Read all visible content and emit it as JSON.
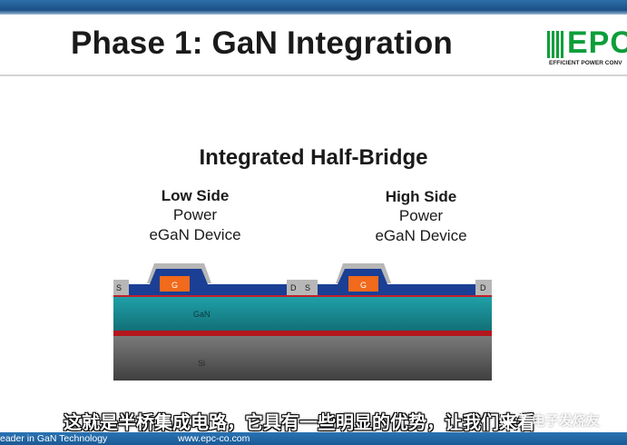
{
  "slide": {
    "title": "Phase 1: GaN Integration",
    "subtitle": "Integrated Half-Bridge"
  },
  "logo": {
    "text": "EPC",
    "tagline": "EFFICIENT POWER CONV",
    "color": "#0c9e3a"
  },
  "low_side": {
    "line1": "Low Side",
    "line2": "Power",
    "line3": "eGaN Device"
  },
  "high_side": {
    "line1": "High Side",
    "line2": "Power",
    "line3": "eGaN Device"
  },
  "diagram": {
    "left_source": "S",
    "left_drain": "D",
    "right_source": "S",
    "right_drain": "D",
    "left_gate": "G",
    "right_gate": "G",
    "gan_label": "GaN",
    "si_label": "Si",
    "colors": {
      "gate": "#f26a1b",
      "metal": "#1a3f95",
      "gan": "#1a8a92",
      "interlayer": "#b3171e",
      "si": "#5b5b5b",
      "contact": "#b7b7b7"
    }
  },
  "caption": "这就是半桥集成电路，它具有一些明显的优势，让我们来看",
  "footer": {
    "left": "eader in GaN Technology",
    "center": "www.epc-co.com"
  },
  "watermark": "电子发烧友"
}
